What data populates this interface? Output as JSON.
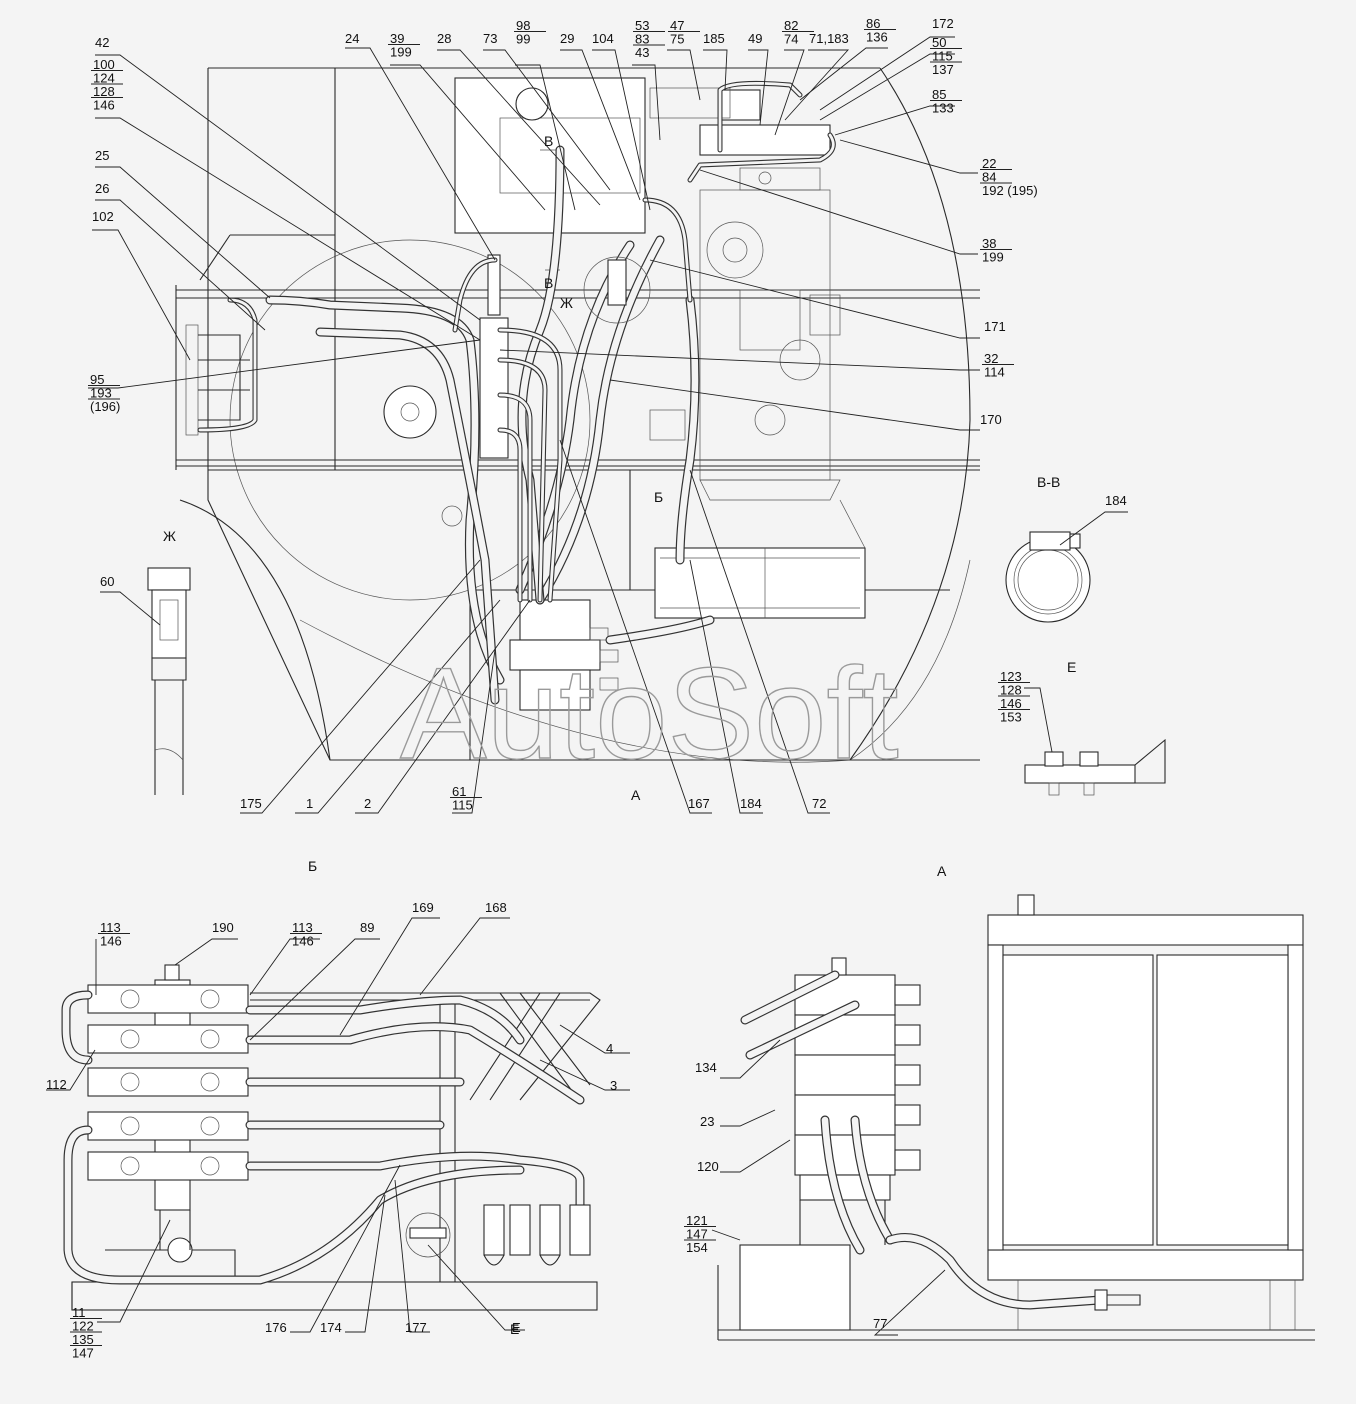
{
  "watermark": "AutoSoft",
  "views": [
    {
      "id": "view-zh-top",
      "text": "Ж"
    },
    {
      "id": "view-vv",
      "text": "В-В"
    },
    {
      "id": "view-e",
      "text": "Е"
    },
    {
      "id": "view-b",
      "text": "Б"
    },
    {
      "id": "view-a",
      "text": "А"
    },
    {
      "id": "mark-v1",
      "text": "В"
    },
    {
      "id": "mark-v2",
      "text": "В"
    },
    {
      "id": "mark-zh",
      "text": "Ж"
    },
    {
      "id": "mark-b",
      "text": "Б"
    },
    {
      "id": "mark-a",
      "text": "А"
    },
    {
      "id": "mark-e",
      "text": "Е"
    }
  ],
  "callouts": [
    {
      "id": "c42",
      "lines": [
        "42"
      ]
    },
    {
      "id": "c100",
      "lines": [
        "100",
        "124",
        "128",
        "146"
      ]
    },
    {
      "id": "c25",
      "lines": [
        "25"
      ]
    },
    {
      "id": "c26",
      "lines": [
        "26"
      ]
    },
    {
      "id": "c102",
      "lines": [
        "102"
      ]
    },
    {
      "id": "c95",
      "lines": [
        "95",
        "193",
        "(196)"
      ]
    },
    {
      "id": "c24",
      "lines": [
        "24"
      ]
    },
    {
      "id": "c39",
      "lines": [
        "39",
        "199"
      ]
    },
    {
      "id": "c28",
      "lines": [
        "28"
      ]
    },
    {
      "id": "c73",
      "lines": [
        "73"
      ]
    },
    {
      "id": "c98",
      "lines": [
        "98",
        "99"
      ]
    },
    {
      "id": "c29",
      "lines": [
        "29"
      ]
    },
    {
      "id": "c104",
      "lines": [
        "104"
      ]
    },
    {
      "id": "c53",
      "lines": [
        "53",
        "83",
        "43"
      ]
    },
    {
      "id": "c47",
      "lines": [
        "47",
        "75"
      ]
    },
    {
      "id": "c185",
      "lines": [
        "185"
      ]
    },
    {
      "id": "c49",
      "lines": [
        "49"
      ]
    },
    {
      "id": "c82",
      "lines": [
        "82",
        "74"
      ]
    },
    {
      "id": "c71",
      "lines": [
        "71,183"
      ]
    },
    {
      "id": "c86",
      "lines": [
        "86",
        "136"
      ]
    },
    {
      "id": "c172",
      "lines": [
        "172"
      ]
    },
    {
      "id": "c50",
      "lines": [
        "50",
        "115",
        "137"
      ]
    },
    {
      "id": "c85",
      "lines": [
        "85",
        "133"
      ]
    },
    {
      "id": "c22",
      "lines": [
        "22",
        "84",
        "192 (195)"
      ]
    },
    {
      "id": "c38",
      "lines": [
        "38",
        "199"
      ]
    },
    {
      "id": "c171",
      "lines": [
        "171"
      ]
    },
    {
      "id": "c32",
      "lines": [
        "32",
        "114"
      ]
    },
    {
      "id": "c170",
      "lines": [
        "170"
      ]
    },
    {
      "id": "c60",
      "lines": [
        "60"
      ]
    },
    {
      "id": "c184a",
      "lines": [
        "184"
      ]
    },
    {
      "id": "c123",
      "lines": [
        "123",
        "128",
        "146",
        "153"
      ]
    },
    {
      "id": "c175",
      "lines": [
        "175"
      ]
    },
    {
      "id": "c1",
      "lines": [
        "1"
      ]
    },
    {
      "id": "c2",
      "lines": [
        "2"
      ]
    },
    {
      "id": "c61",
      "lines": [
        "61",
        "115"
      ]
    },
    {
      "id": "c167",
      "lines": [
        "167"
      ]
    },
    {
      "id": "c184b",
      "lines": [
        "184"
      ]
    },
    {
      "id": "c72",
      "lines": [
        "72"
      ]
    },
    {
      "id": "c113a",
      "lines": [
        "113",
        "146"
      ]
    },
    {
      "id": "c190",
      "lines": [
        "190"
      ]
    },
    {
      "id": "c113b",
      "lines": [
        "113",
        "146"
      ]
    },
    {
      "id": "c89",
      "lines": [
        "89"
      ]
    },
    {
      "id": "c169",
      "lines": [
        "169"
      ]
    },
    {
      "id": "c168",
      "lines": [
        "168"
      ]
    },
    {
      "id": "c4",
      "lines": [
        "4"
      ]
    },
    {
      "id": "c3",
      "lines": [
        "3"
      ]
    },
    {
      "id": "c112",
      "lines": [
        "112"
      ]
    },
    {
      "id": "c11",
      "lines": [
        "11",
        "122",
        "135",
        "147"
      ]
    },
    {
      "id": "c176",
      "lines": [
        "176"
      ]
    },
    {
      "id": "c174",
      "lines": [
        "174"
      ]
    },
    {
      "id": "c177",
      "lines": [
        "177"
      ]
    },
    {
      "id": "cE",
      "lines": [
        "Е"
      ]
    },
    {
      "id": "c134",
      "lines": [
        "134"
      ]
    },
    {
      "id": "c23",
      "lines": [
        "23"
      ]
    },
    {
      "id": "c120",
      "lines": [
        "120"
      ]
    },
    {
      "id": "c121",
      "lines": [
        "121",
        "147",
        "154"
      ]
    },
    {
      "id": "c77",
      "lines": [
        "77"
      ]
    }
  ]
}
